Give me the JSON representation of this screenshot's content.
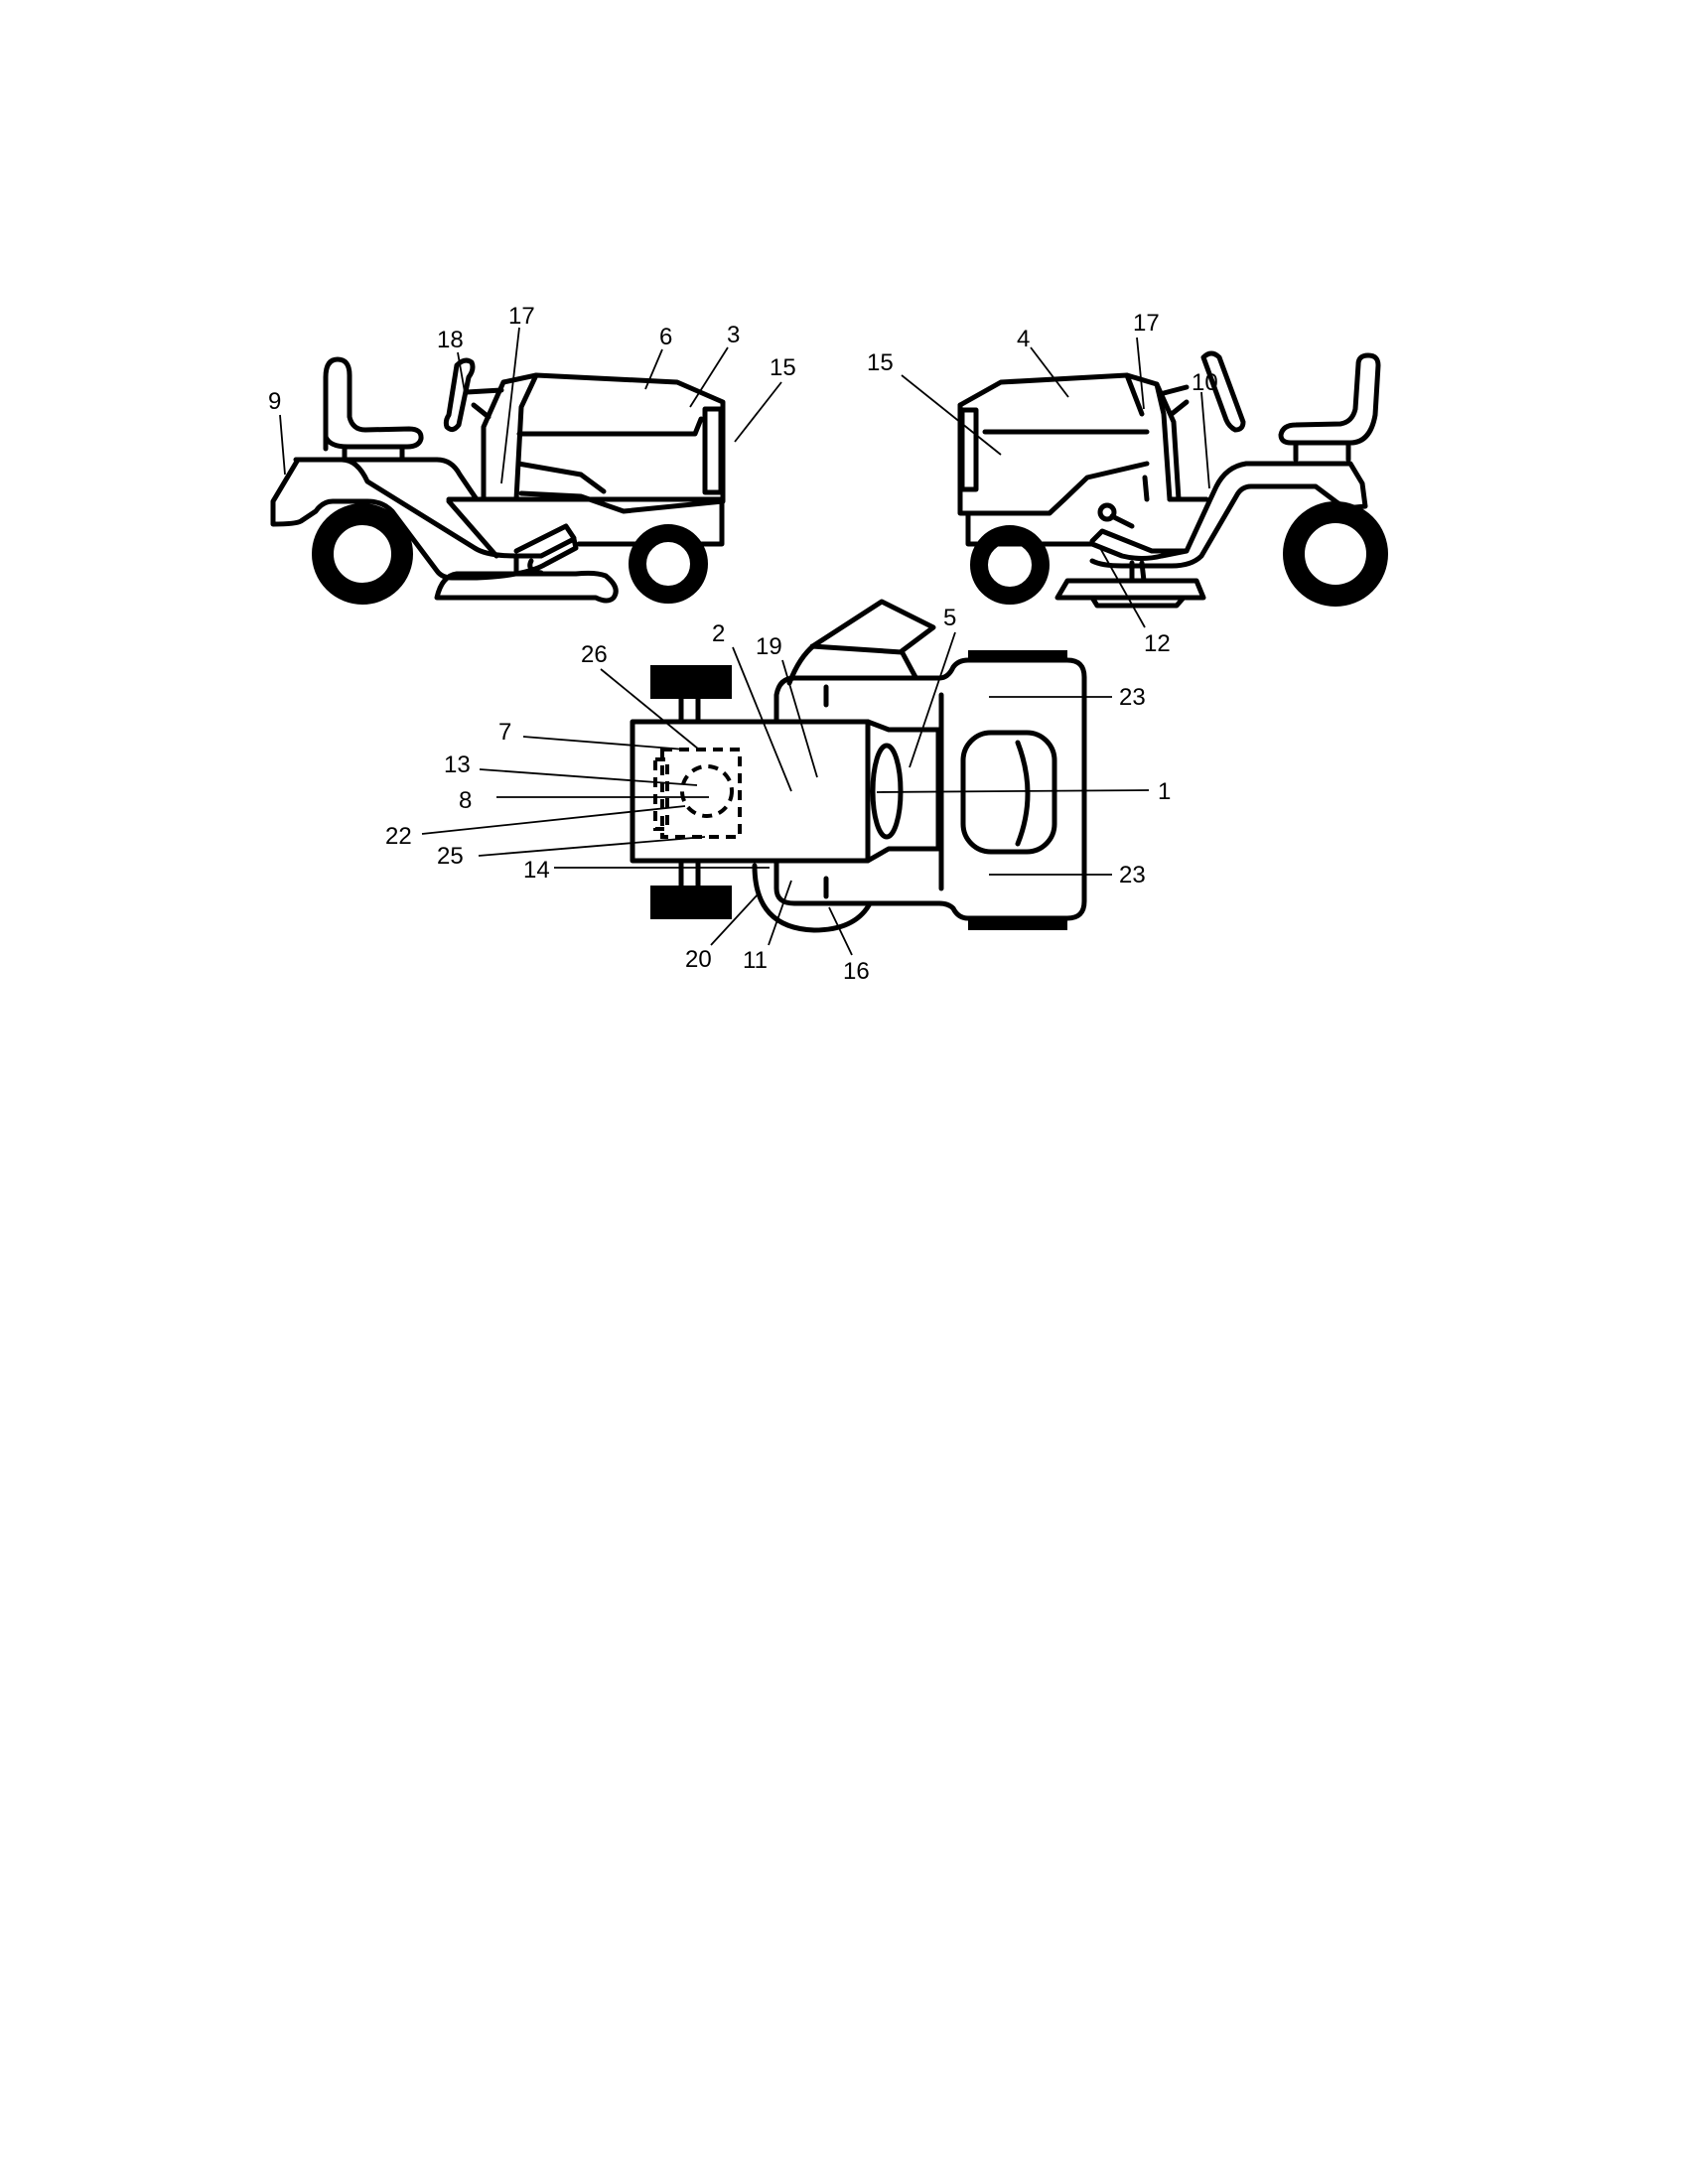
{
  "diagram": {
    "type": "parts-decal-location-diagram",
    "subject": "riding lawn tractor",
    "views": [
      "left-side",
      "right-side",
      "top"
    ],
    "background_color": "#ffffff",
    "line_color": "#000000"
  },
  "labels": {
    "left_view": {
      "l9": "9",
      "l18": "18",
      "l17": "17",
      "l6": "6",
      "l3": "3",
      "l15": "15"
    },
    "right_view": {
      "l15": "15",
      "l4": "4",
      "l17": "17",
      "l10": "10",
      "l12": "12"
    },
    "top_view": {
      "l26": "26",
      "l7": "7",
      "l13": "13",
      "l8": "8",
      "l22": "22",
      "l25": "25",
      "l14": "14",
      "l2": "2",
      "l19": "19",
      "l20": "20",
      "l11": "11",
      "l16": "16",
      "l5": "5",
      "l23a": "23",
      "l23b": "23",
      "l1": "1"
    }
  }
}
